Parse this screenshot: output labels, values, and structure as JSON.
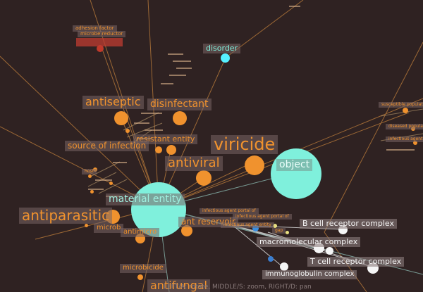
{
  "labels": {
    "adhesion": "adhesion factor",
    "microbe": "microbe reductor",
    "disorder": "disorder",
    "antiseptic": "antiseptic",
    "disinfectant": "disinfectant",
    "resistant_entity": "resistant entity",
    "source_of_infection": "source of infection",
    "viricide": "viricide",
    "antiviral": "antiviral",
    "object": "object",
    "material_entity": "material entity",
    "antiparasitic": "antiparasitic",
    "reservoir": "ant reservoir",
    "microb_left": "microb",
    "antimicro": "antimicro",
    "microbicide": "microbicide",
    "antifungal": "antifungal",
    "bcell": "B cell receptor complex",
    "macromolecular": "macromolecular complex",
    "tcell": "T cell receptor complex",
    "immunoglobulin": "immunoglobulin complex",
    "ia_portal_1": "infectious agent portal of",
    "ia_portal_2": "infectious agent portal of",
    "ia_entity": "infectious agent entity",
    "susceptible_pop": "susceptible populatio",
    "diseased_pop": "diseased populatio",
    "infectious_agent_pop": "infectious agent po",
    "gap_lbl": "gap",
    "host_lbl": "host"
  },
  "hud": {
    "help": "LEFT/A: rotate, MIDDLE/S: zoom, RIGHT/D: pan"
  },
  "colors": {
    "background": "#2f2222",
    "orange": "#f0922e",
    "cyan": "#7ff0dc",
    "white": "#f5f5f5"
  }
}
